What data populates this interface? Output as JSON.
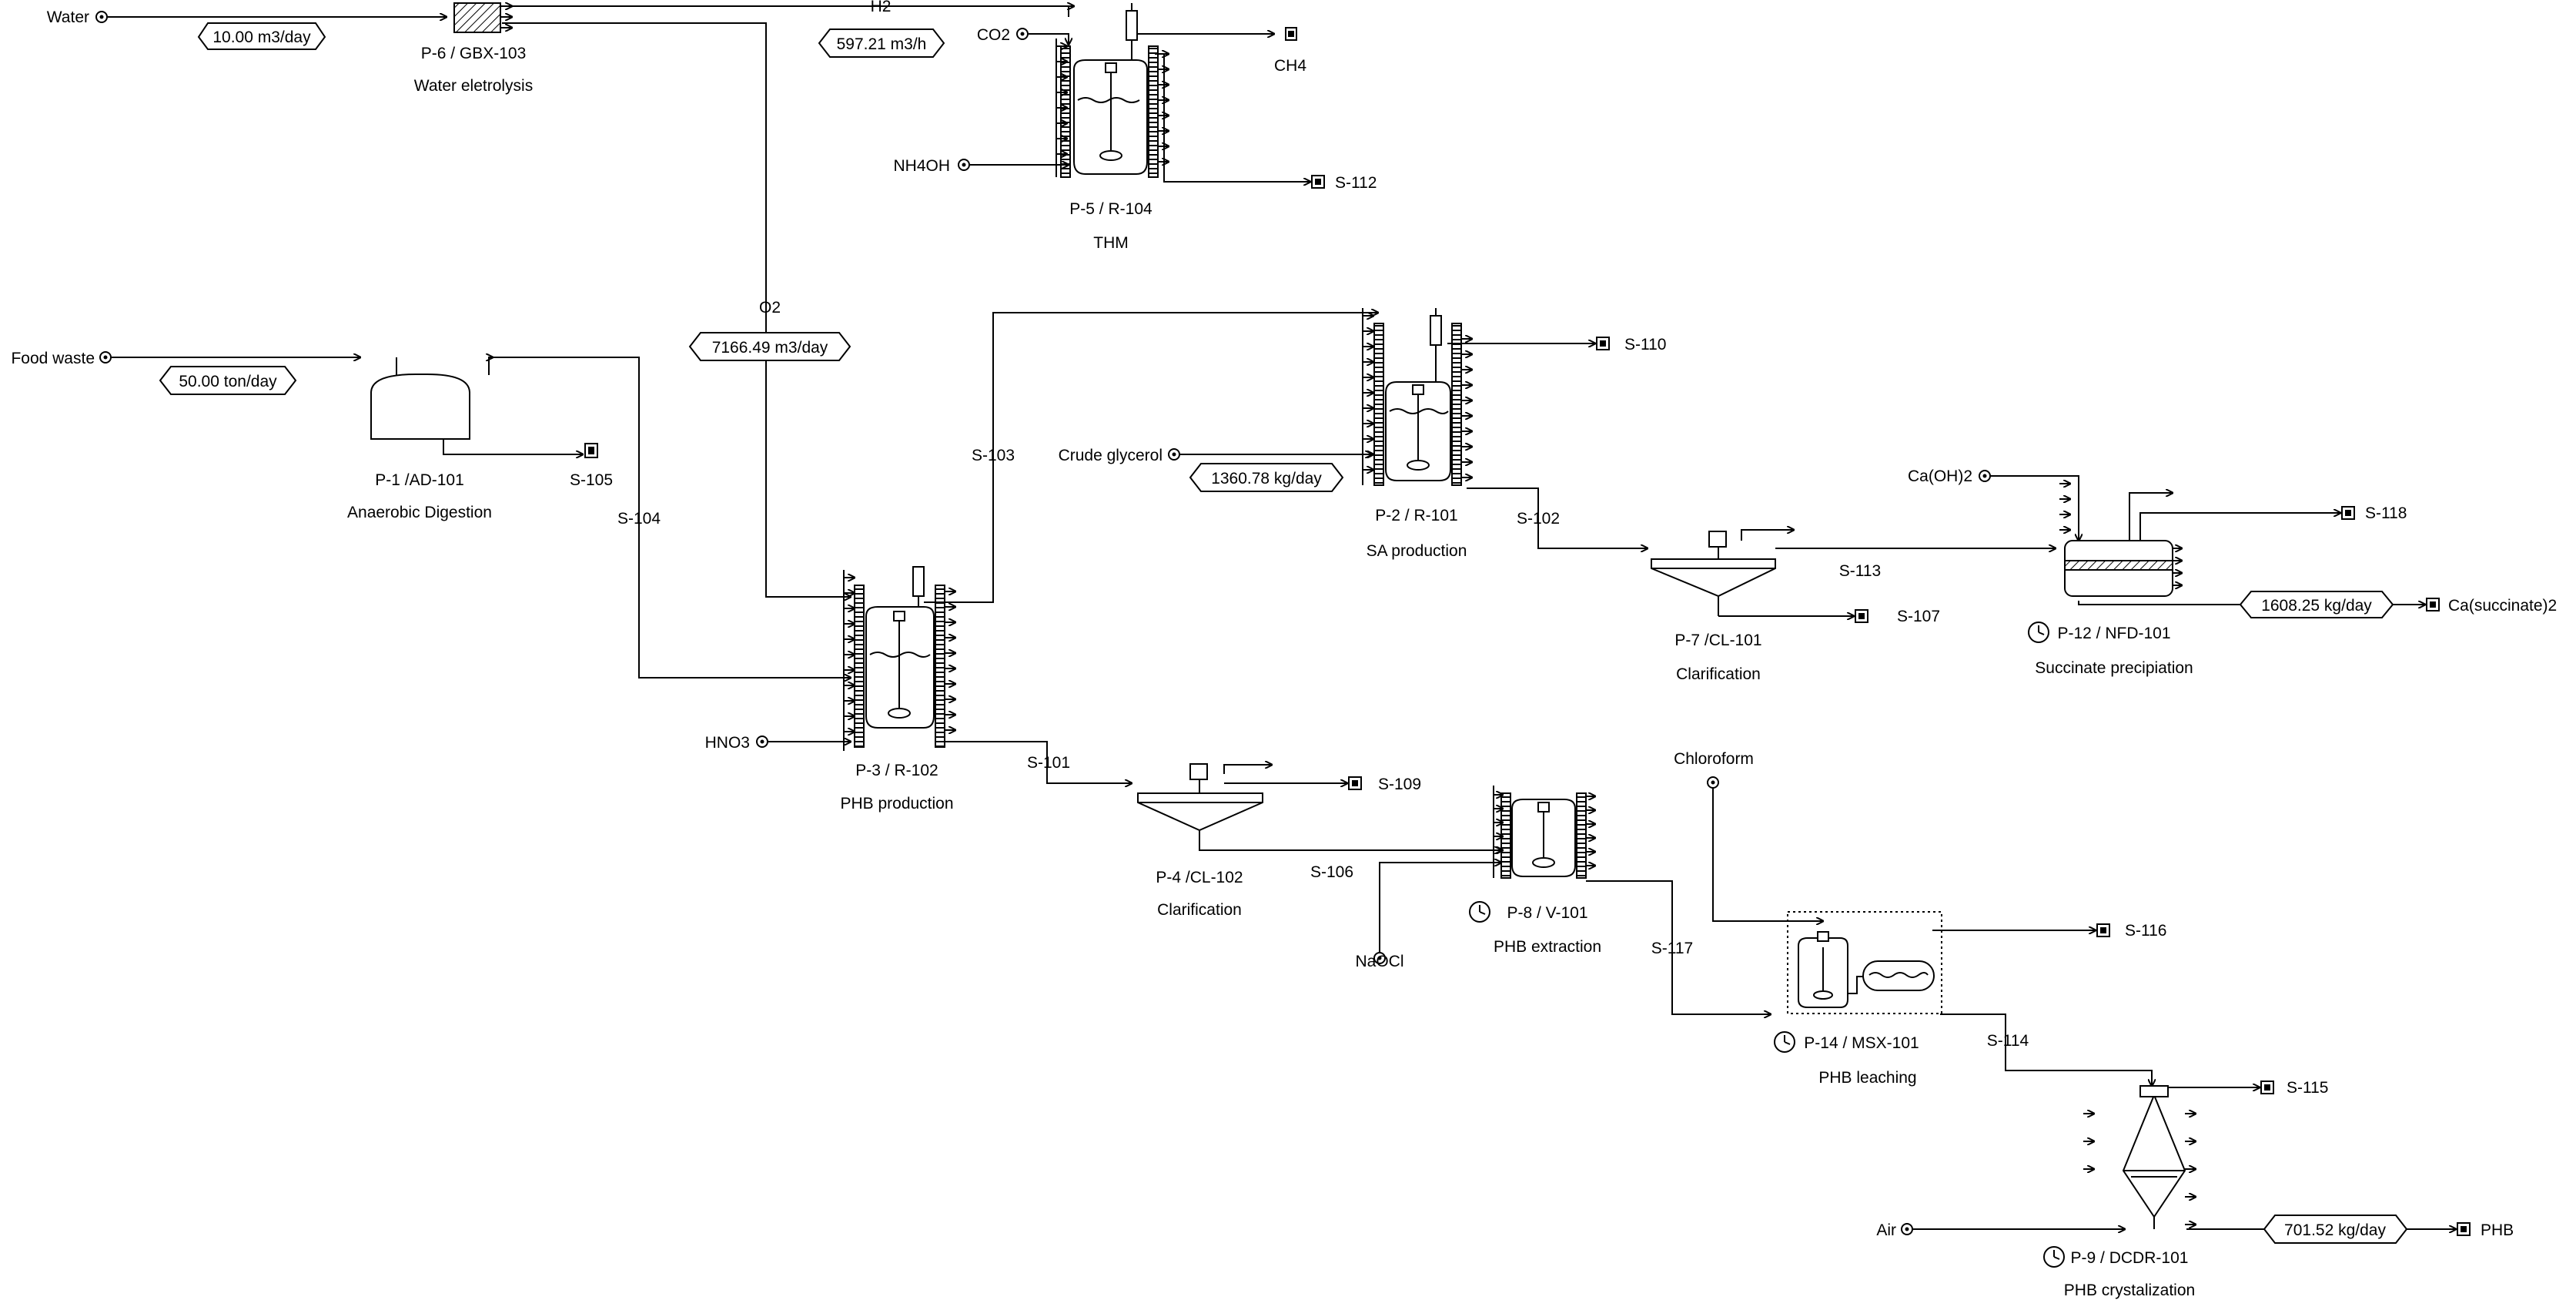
{
  "streams": {
    "water": "Water",
    "h2": "H2",
    "co2": "CO2",
    "ch4": "CH4",
    "nh4oh": "NH4OH",
    "s112": "S-112",
    "o2": "O2",
    "food_waste": "Food waste",
    "s105": "S-105",
    "s104": "S-104",
    "s103": "S-103",
    "s110": "S-110",
    "crude_glycerol": "Crude glycerol",
    "s102": "S-102",
    "s113": "S-113",
    "s107": "S-107",
    "caoh2": "Ca(OH)2",
    "s118": "S-118",
    "ca_succinate": "Ca(succinate)2",
    "hno3": "HNO3",
    "s101": "S-101",
    "s109": "S-109",
    "s106": "S-106",
    "naocl": "NaOCl",
    "chloroform": "Chloroform",
    "s117": "S-117",
    "s116": "S-116",
    "s114": "S-114",
    "s115": "S-115",
    "air": "Air",
    "phb": "PHB"
  },
  "flow_tags": {
    "water": "10.00 m3/day",
    "h2": "597.21 m3/h",
    "o2": "7166.49 m3/day",
    "food_waste": "50.00 ton/day",
    "crude_glycerol": "1360.78 kg/day",
    "ca_succinate": "1608.25 kg/day",
    "phb": "701.52 kg/day"
  },
  "units": {
    "p6": {
      "id": "P-6 / GBX-103",
      "desc": "Water eletrolysis"
    },
    "p5": {
      "id": "P-5 / R-104",
      "desc": "THM"
    },
    "p1": {
      "id": "P-1 /AD-101",
      "desc": "Anaerobic Digestion"
    },
    "p3": {
      "id": "P-3 / R-102",
      "desc": "PHB production"
    },
    "p2": {
      "id": "P-2 / R-101",
      "desc": "SA production"
    },
    "p7": {
      "id": "P-7 /CL-101",
      "desc": "Clarification"
    },
    "p12": {
      "id": "P-12 / NFD-101",
      "desc": "Succinate precipiation"
    },
    "p4": {
      "id": "P-4 /CL-102",
      "desc": "Clarification"
    },
    "p8": {
      "id": "P-8 / V-101",
      "desc": "PHB extraction"
    },
    "p14": {
      "id": "P-14 / MSX-101",
      "desc": "PHB leaching"
    },
    "p9": {
      "id": "P-9 / DCDR-101",
      "desc": "PHB crystalization"
    }
  }
}
